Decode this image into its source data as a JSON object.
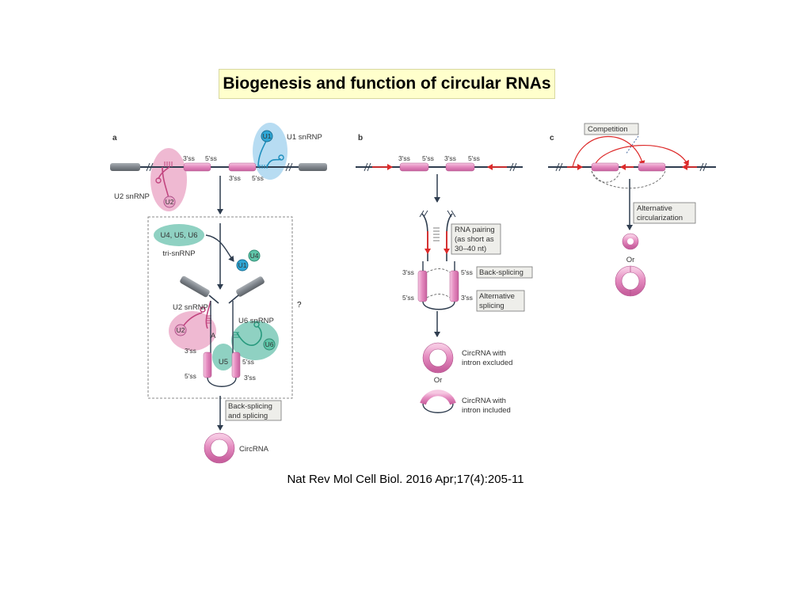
{
  "slide": {
    "title": "Biogenesis and function of circular RNAs",
    "citation": "Nat Rev Mol Cell Biol. 2016 Apr;17(4):205-11"
  },
  "panel_a": {
    "letter": "a",
    "u1_snrnp": "U1 snRNP",
    "u1": "U1",
    "u2_snrnp": "U2 snRNP",
    "u2": "U2",
    "ss3": "3′ss",
    "ss5": "5′ss",
    "tri_complex": "U4, U5, U6",
    "tri_snrnp": "tri-snRNP",
    "u4": "U4",
    "u5": "U5",
    "u6": "U6",
    "u6_snrnp": "U6 snRNP",
    "branch_a": "A",
    "question": "?",
    "back_splicing_line1": "Back-splicing",
    "back_splicing_line2": "and splicing",
    "circrna": "CircRNA"
  },
  "panel_b": {
    "letter": "b",
    "ss3": "3′ss",
    "ss5": "5′ss",
    "pairing_line1": "RNA pairing",
    "pairing_line2": "(as short as",
    "pairing_line3": "30–40 nt)",
    "back_splicing": "Back-splicing",
    "alt_splicing_line1": "Alternative",
    "alt_splicing_line2": "splicing",
    "circ_excluded_line1": "CircRNA with",
    "circ_excluded_line2": "intron excluded",
    "or": "Or",
    "circ_included_line1": "CircRNA with",
    "circ_included_line2": "intron included"
  },
  "panel_c": {
    "letter": "c",
    "competition": "Competition",
    "alt_circ_line1": "Alternative",
    "alt_circ_line2": "circularization",
    "or": "Or"
  },
  "colors": {
    "exon_pink": "#e58cc0",
    "u1_blue": "#2ea7d6",
    "u2_pink": "#e9a9c8",
    "teal": "#8fd1c2",
    "arrow_red": "#dd2a2a",
    "line_dark": "#2f3d4f",
    "intron_gray": "#7f858c",
    "title_bg": "#ffffcc"
  }
}
